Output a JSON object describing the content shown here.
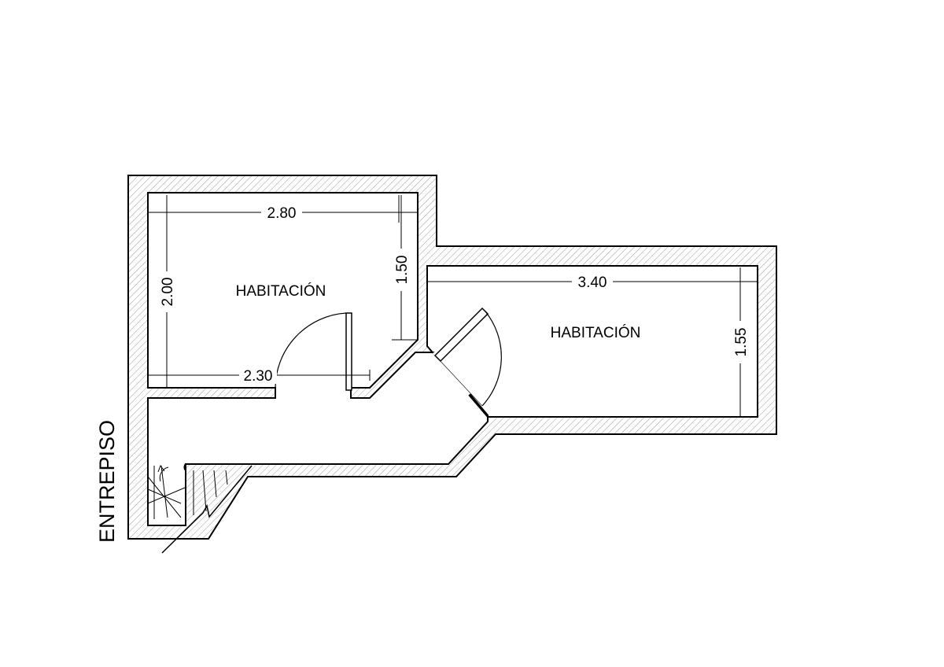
{
  "plan": {
    "title": "ENTREPISO",
    "rooms": [
      {
        "label": "HABITACIÓN"
      },
      {
        "label": "HABITACIÓN"
      }
    ],
    "dimensions": {
      "room1_width": "2.80",
      "room1_height": "2.00",
      "room1_partial": "1.50",
      "hall_width": "2.30",
      "room2_width": "3.40",
      "room2_height": "1.55"
    },
    "colors": {
      "line": "#000000",
      "hatch": "#9a9a9a",
      "background": "#ffffff"
    }
  }
}
